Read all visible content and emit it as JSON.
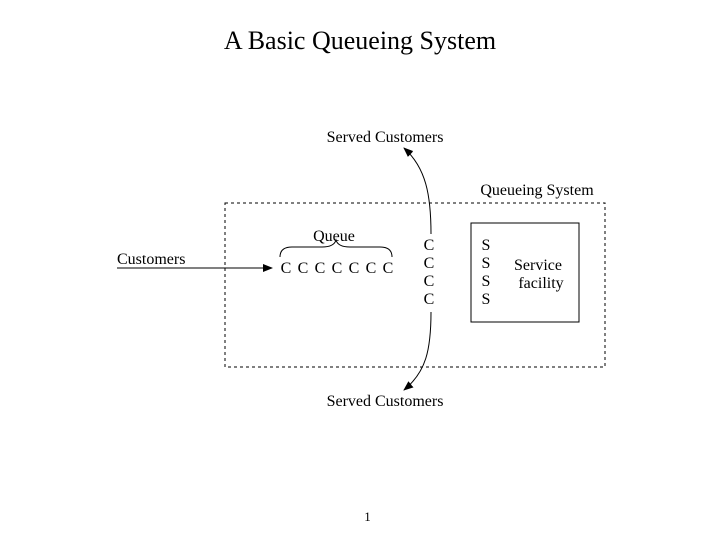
{
  "slide": {
    "title": "A Basic Queueing System",
    "page_number": "1"
  },
  "diagram": {
    "served_customers_top": "Served Customers",
    "served_customers_bottom": "Served Customers",
    "queueing_system_label": "Queueing System",
    "customers_label": "Customers",
    "queue_label": "Queue",
    "queue_customers": [
      "C",
      "C",
      "C",
      "C",
      "C",
      "C",
      "C"
    ],
    "served_column": [
      "C",
      "C",
      "C",
      "C"
    ],
    "servers": [
      "S",
      "S",
      "S",
      "S"
    ],
    "service_facility_line1": "Service",
    "service_facility_line2": "facility"
  }
}
